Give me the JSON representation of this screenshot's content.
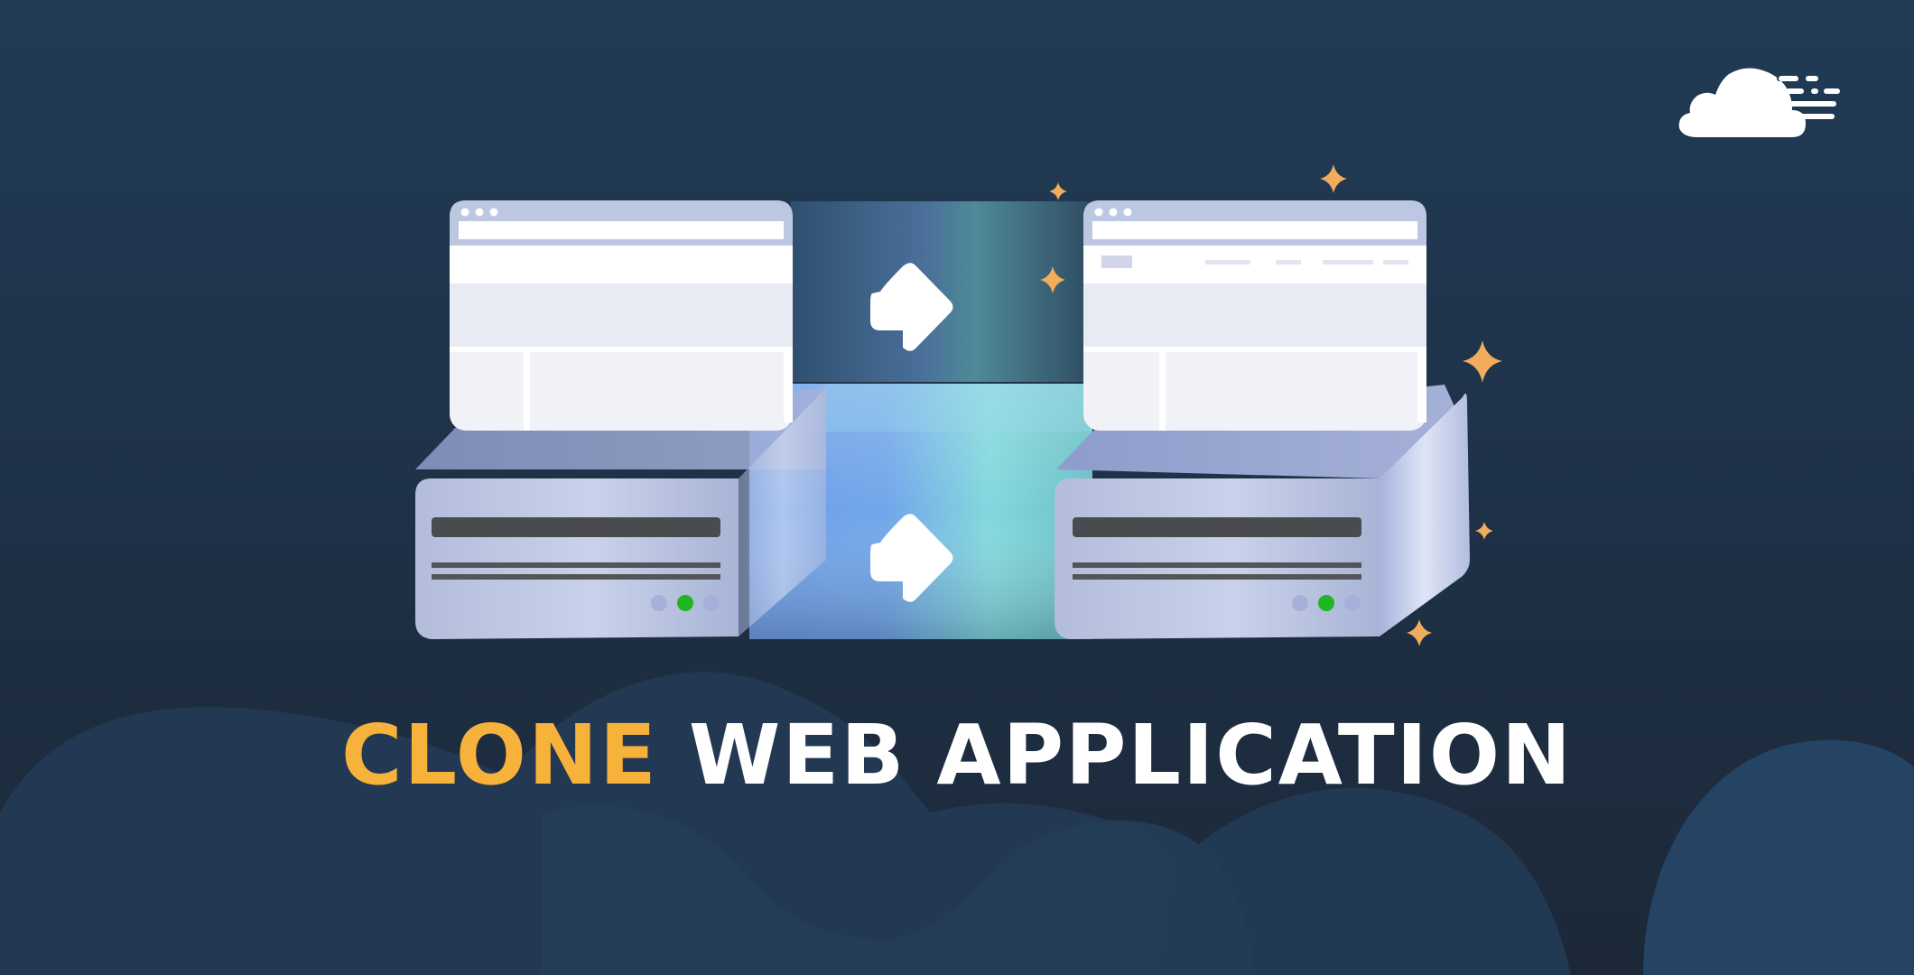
{
  "headline": {
    "accent_word": "CLONE",
    "rest": "WEB APPLICATION"
  },
  "colors": {
    "background_top": "#213b56",
    "background_bottom": "#1c2838",
    "accent": "#f7b23b",
    "sparkle": "#f2ad5c",
    "server_body": "#b9c4e0",
    "status_light_on": "#22b522"
  },
  "icons": {
    "logo": "cloud-speed-logo",
    "arrow": "arrow-right-icon",
    "sparkle": "sparkle-icon",
    "server": "server-icon",
    "browser": "browser-window-icon"
  }
}
